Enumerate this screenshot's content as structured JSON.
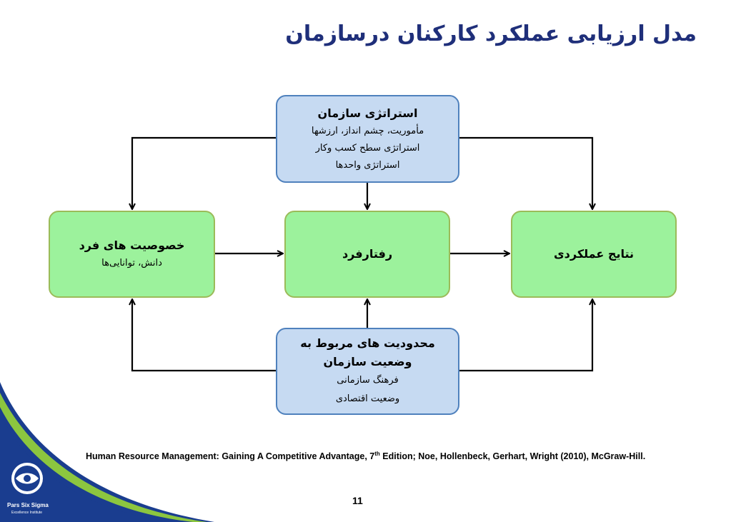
{
  "slide": {
    "title": "مدل ارزیابی عملکرد کارکنان درسازمان",
    "page_number": "11"
  },
  "diagram": {
    "strategy": {
      "heading": "استراتژی سازمان",
      "lines": [
        "مأموریت، چشم انداز، ارزشها",
        "استراتژی سطح کسب وکار",
        "استراتژی واحدها"
      ]
    },
    "traits": {
      "heading": "خصوصیت های فرد",
      "sub": "دانش، توانایی‌ها"
    },
    "behavior": {
      "heading": "رفتارفرد"
    },
    "results": {
      "heading": "نتایج عملکردی"
    },
    "constraints": {
      "heading_line1": "محدودیت های مربوط به",
      "heading_line2": "وضعیت سازمان",
      "lines": [
        "فرهنگ سازمانی",
        "وضعیت اقتصادی"
      ]
    }
  },
  "citation": {
    "part1": "Human Resource Management: Gaining A Competitive Advantage, 7",
    "sup": "th",
    "part2": " Edition; Noe, Hollenbeck, Gerhart, Wright (2010), McGraw-Hill."
  },
  "logo": {
    "text": "Pars Six Sigma",
    "subtext": "Excellence Institute",
    "colors": {
      "blue": "#1a3d8f",
      "green": "#8cc63f"
    }
  },
  "colors": {
    "title": "#1f2f7a",
    "blue_box_fill": "#c6daf2",
    "blue_box_border": "#4f81bd",
    "green_box_fill": "#9cf29c",
    "green_box_border": "#9bbb59"
  }
}
